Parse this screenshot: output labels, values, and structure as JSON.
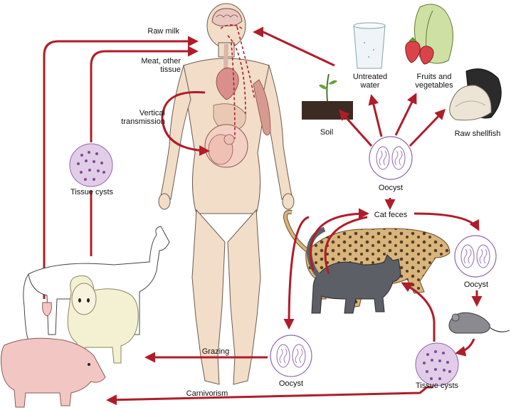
{
  "labels": {
    "raw_milk": "Raw milk",
    "meat_other_tissue": "Meat, other\ntissue",
    "vertical_transmission": "Vertical\ntransmission",
    "tissue_cysts_left": "Tissue cysts",
    "untreated_water": "Untreated\nwater",
    "fruits_vegetables": "Fruits and\nvegetables",
    "soil": "Soil",
    "raw_shellfish": "Raw shellfish",
    "oocyst_top": "Oocyst",
    "cat_feces": "Cat feces",
    "oocyst_right": "Oocyst",
    "grazing": "Grazing",
    "oocyst_bottom": "Oocyst",
    "tissue_cysts_bottom": "Tissue cysts",
    "carnivorism": "Carnivorism"
  },
  "colors": {
    "arrow": "#b01c2a",
    "skin": "#f2ddc9",
    "cyst_fill": "#e2cde8",
    "cyst_dot": "#7a4e96",
    "oocyst_fill": "#ffffff",
    "oocyst_line": "#8f64b0",
    "sheep": "#f4f1d2",
    "pig": "#f2c7c3",
    "cat": "#5d5f66",
    "leopard": "#d9b57c",
    "mouse": "#8a8a90",
    "soil": "#3b2b22"
  }
}
